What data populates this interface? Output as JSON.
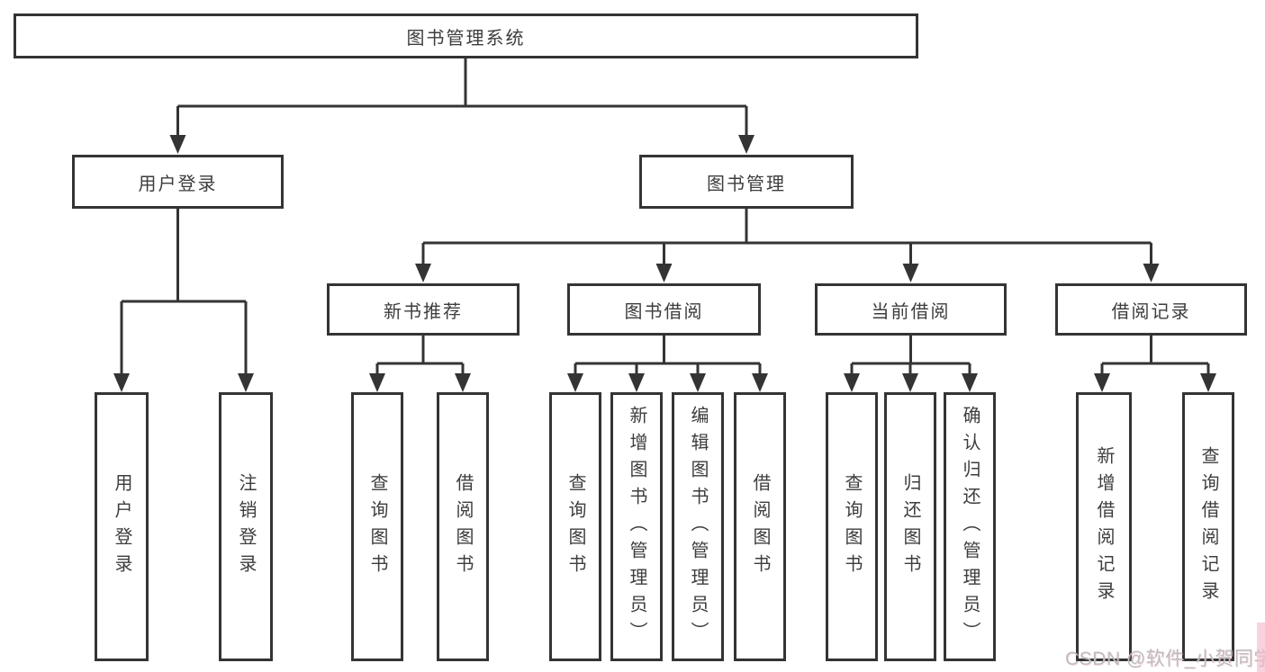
{
  "diagram": {
    "root": {
      "label": "图书管理系统"
    },
    "level2": [
      {
        "label": "用户登录"
      },
      {
        "label": "图书管理"
      }
    ],
    "level3": [
      {
        "label": "新书推荐"
      },
      {
        "label": "图书借阅"
      },
      {
        "label": "当前借阅"
      },
      {
        "label": "借阅记录"
      }
    ],
    "leaves": {
      "user_login": [
        "用户登录",
        "注销登录"
      ],
      "new_book": [
        "查询图书",
        "借阅图书"
      ],
      "book_borrow": [
        "查询图书",
        "新增图书（管理员）",
        "编辑图书（管理员）",
        "借阅图书"
      ],
      "current_borrow": [
        "查询图书",
        "归还图书",
        "确认归还（管理员）"
      ],
      "borrow_record": [
        "新增借阅记录",
        "查询借阅记录"
      ]
    }
  },
  "watermark": {
    "text": "CSDN @软件_小贺同学"
  },
  "colors": {
    "line": "#343434",
    "text": "#3d3d3d",
    "background": "#ffffff",
    "watermark_gray": "#bdbdbd",
    "accent_pink": "#f4bccb"
  }
}
